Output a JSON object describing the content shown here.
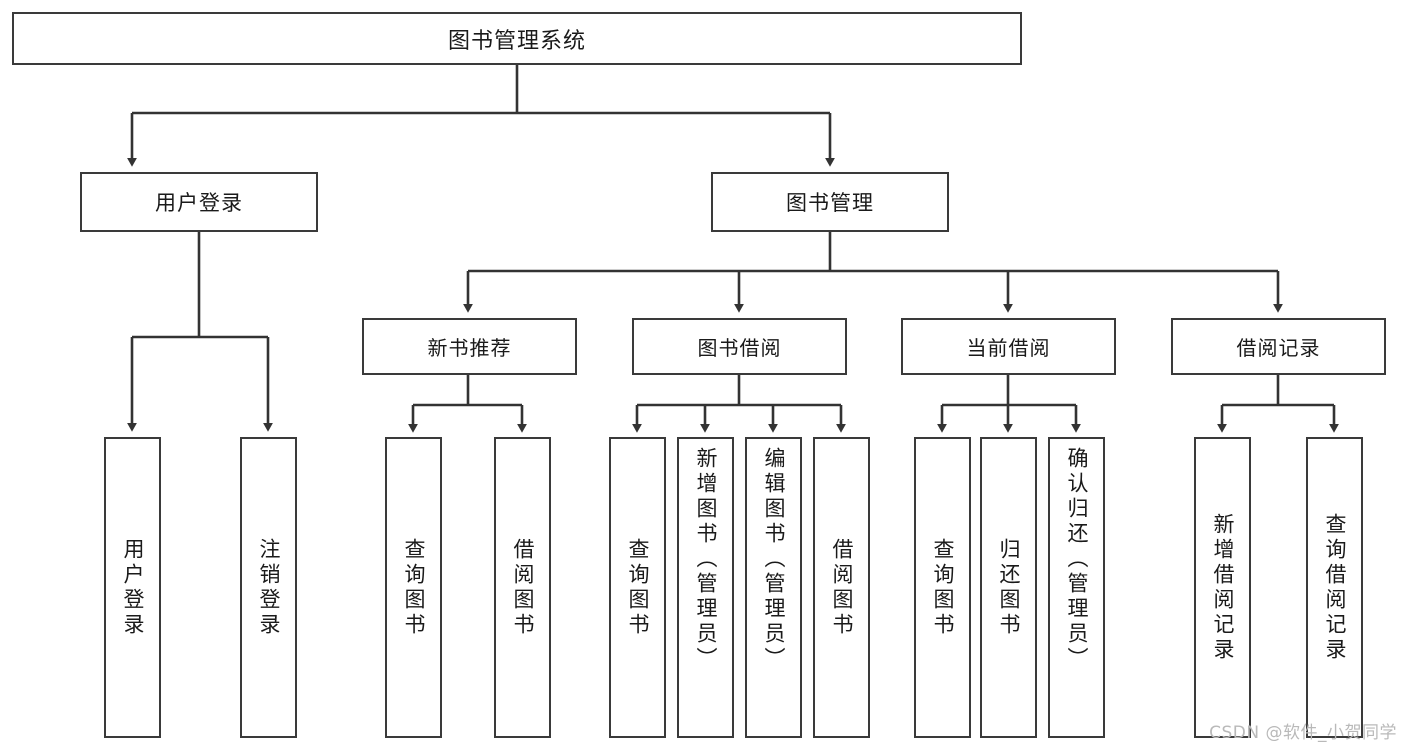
{
  "diagram": {
    "title": "图书管理系统",
    "type": "tree-hierarchy-chart",
    "stroke_color": "#3a3a3a",
    "background_color": "#ffffff",
    "text_color": "#1a1a1a"
  },
  "nodes": {
    "root": {
      "label": "图书管理系统"
    },
    "level2": [
      {
        "label": "用户登录"
      },
      {
        "label": "图书管理"
      }
    ],
    "level3": [
      {
        "label": "新书推荐"
      },
      {
        "label": "图书借阅"
      },
      {
        "label": "当前借阅"
      },
      {
        "label": "借阅记录"
      }
    ],
    "leaves": {
      "user_login": [
        {
          "label": "用户登录"
        },
        {
          "label": "注销登录"
        }
      ],
      "new_book_recommend": [
        {
          "label": "查询图书"
        },
        {
          "label": "借阅图书"
        }
      ],
      "book_borrow": [
        {
          "label": "查询图书"
        },
        {
          "label": "新增图书（管理员）"
        },
        {
          "label": "编辑图书（管理员）"
        },
        {
          "label": "借阅图书"
        }
      ],
      "current_borrow": [
        {
          "label": "查询图书"
        },
        {
          "label": "归还图书"
        },
        {
          "label": "确认归还（管理员）"
        }
      ],
      "borrow_record": [
        {
          "label": "新增借阅记录"
        },
        {
          "label": "查询借阅记录"
        }
      ]
    }
  },
  "watermark": {
    "text": "CSDN @软件_小贺同学"
  }
}
